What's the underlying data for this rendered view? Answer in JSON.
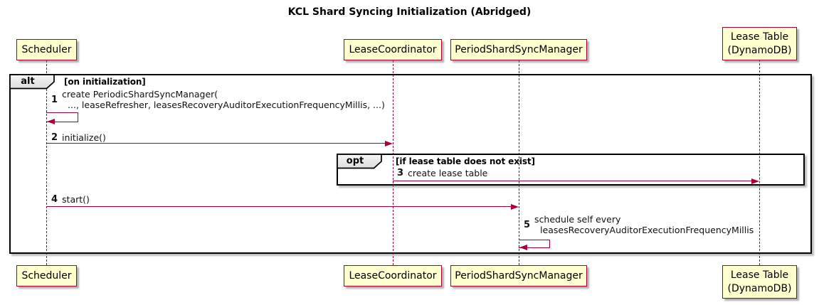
{
  "title": "KCL Shard Syncing Initialization (Abridged)",
  "participants": [
    {
      "label": "Scheduler"
    },
    {
      "label": "LeaseCoordinator"
    },
    {
      "label": "PeriodShardSyncManager"
    },
    {
      "label": "Lease Table",
      "label2": "(DynamoDB)"
    }
  ],
  "frames": {
    "alt": {
      "operator": "alt",
      "guard": "[on initialization]"
    },
    "opt": {
      "operator": "opt",
      "guard": "[if lease table does not exist]"
    }
  },
  "messages": {
    "m1": {
      "num": "1",
      "line1": "create PeriodicShardSyncManager(",
      "line2": "..., leaseRefresher, leasesRecoveryAuditorExecutionFrequencyMillis, ...)"
    },
    "m2": {
      "num": "2",
      "text": "initialize()"
    },
    "m3": {
      "num": "3",
      "text": "create lease table"
    },
    "m4": {
      "num": "4",
      "text": "start()"
    },
    "m5": {
      "num": "5",
      "line1": "schedule self every",
      "line2": "leasesRecoveryAuditorExecutionFrequencyMillis"
    }
  },
  "colors": {
    "participant_fill": "#FEFECE",
    "participant_border": "#A80036",
    "arrow": "#A80036",
    "frame_border": "#000000",
    "operator_bg": "#EEEEEE"
  }
}
